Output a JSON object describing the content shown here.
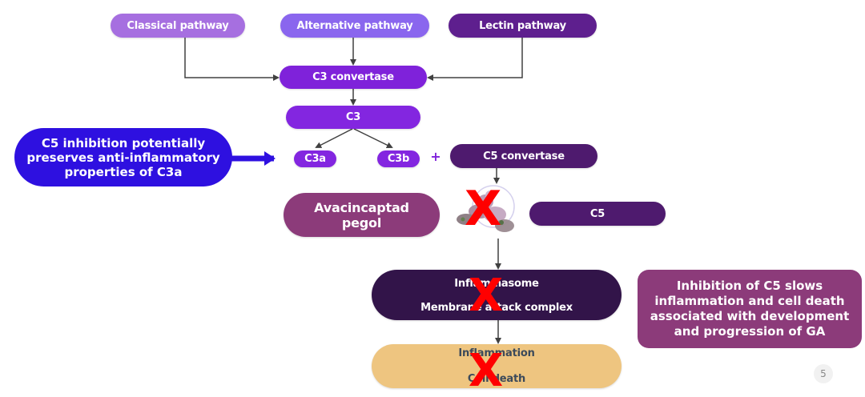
{
  "pathways": {
    "classical": {
      "label": "Classical pathway",
      "color": "#A66FE0"
    },
    "alternative": {
      "label": "Alternative pathway",
      "color": "#8A66EE"
    },
    "lectin": {
      "label": "Lectin pathway",
      "color": "#5E1F8E"
    }
  },
  "cascade": {
    "c3_convertase": {
      "label": "C3 convertase",
      "color": "#7F22DA"
    },
    "c3": {
      "label": "C3",
      "color": "#8326E0"
    },
    "c3a": {
      "label": "C3a",
      "color": "#8326E0"
    },
    "c3b": {
      "label": "C3b",
      "color": "#8326E0"
    },
    "plus": "+",
    "c5_convertase": {
      "label": "C5 convertase",
      "color": "#4E1A6E"
    },
    "c5": {
      "label": "C5",
      "color": "#4E1A6E"
    },
    "complex": {
      "line1": "Inflammasome",
      "line2": "Membrane attack complex",
      "color": "#321449"
    },
    "outcome": {
      "line1": "Inflammation",
      "line2": "Cell death",
      "color": "#EEC580",
      "text_color": "#3C4A5A"
    }
  },
  "drug": {
    "label_line1": "Avacincaptad",
    "label_line2": "pegol",
    "color": "#8C3B7A",
    "protein_icon": "c5-protein-image"
  },
  "inhibition_mark": "X",
  "callouts": {
    "left": {
      "text": "C5 inhibition potentially preserves anti-inflammatory properties of C3a",
      "color": "#2E10E0"
    },
    "right": {
      "text": "Inhibition of C5 slows inflammation and cell death associated with development and progression of GA",
      "color": "#8C3B7A"
    }
  },
  "page_number": "5",
  "colors": {
    "connector": "#404040",
    "inhibition": "#FF0000"
  }
}
